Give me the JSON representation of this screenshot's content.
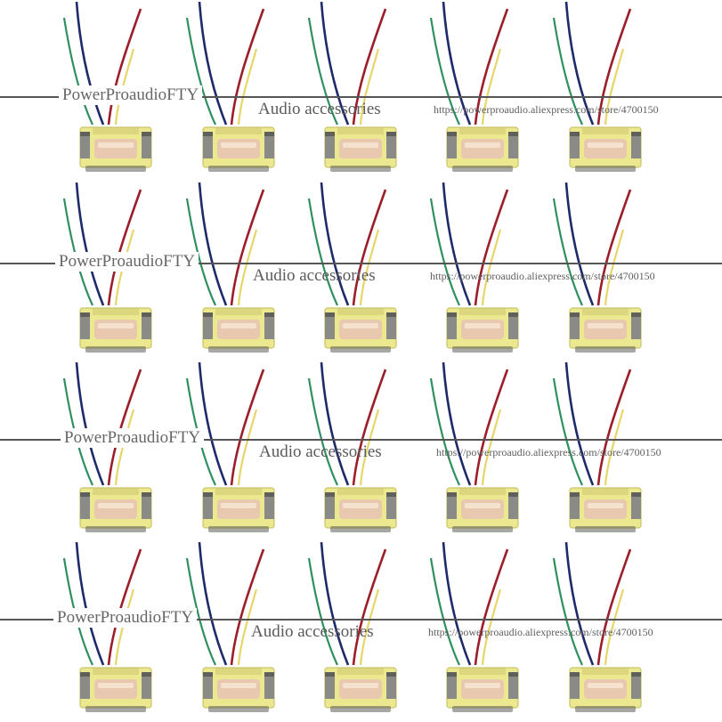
{
  "photo": {
    "subject": "transformer",
    "count": 20,
    "columns": 5,
    "rows": 4,
    "colors": {
      "background": "#ffffff",
      "bobbin": "#ece88f",
      "bobbin_shadow": "#c9c46a",
      "core": "#8a8a86",
      "core_dark": "#5f5f5b",
      "winding": "#e8c9b0",
      "wire_blue": "#1f2a6b",
      "wire_green": "#2f8f5f",
      "wire_red": "#9b1f2a",
      "wire_yellow": "#e6d66a"
    }
  },
  "watermark": {
    "brand": "PowerProaudioFTY",
    "accessories": "Audio accessories",
    "url": "https://powerproaudio.aliexpress.com/store/4700150",
    "line_color": "#555555"
  }
}
